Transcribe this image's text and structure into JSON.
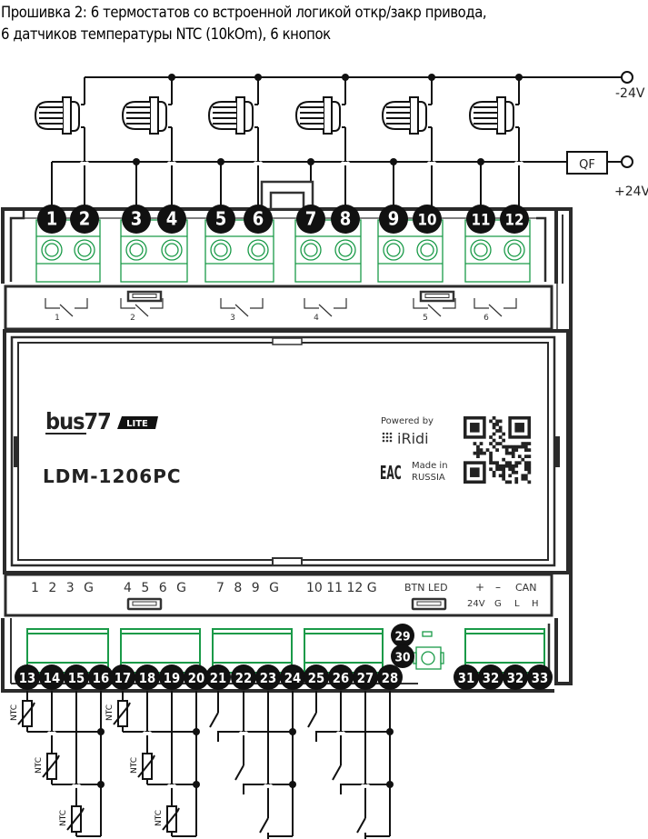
{
  "title": {
    "line1": "Прошивка 2: 6 термостатов со встроенной логикой откр/закр привода,",
    "line2": "6 датчиков температуры NTC (10kOm), 6 кнопок"
  },
  "power": {
    "minus": "-24V",
    "plus": "+24V",
    "breaker": "QF"
  },
  "device": {
    "brand": "bus77",
    "brand_badge": "LITE",
    "model": "LDM-1206PC",
    "powered_by": "Powered by",
    "vendor": "iRidi",
    "cert": "EAC",
    "made_in_line1": "Made in",
    "made_in_line2": "RUSSIA"
  },
  "top_terminals": [
    "1",
    "2",
    "3",
    "4",
    "5",
    "6",
    "7",
    "8",
    "9",
    "10",
    "11",
    "12"
  ],
  "relay_labels": [
    "1",
    "2",
    "3",
    "4",
    "5",
    "6"
  ],
  "bottom_labels": {
    "group1": "1 2 3 G",
    "group2": "4 5 6 G",
    "group3": "7 8 9 G",
    "group4": "10 11 12 G",
    "btn_led": "BTN LED",
    "plus": "+",
    "minus": "–",
    "can": "CAN",
    "v24": "24V",
    "g": "G",
    "l": "L",
    "h": "H"
  },
  "bottom_terminals": [
    "13",
    "14",
    "15",
    "16",
    "17",
    "18",
    "19",
    "20",
    "21",
    "22",
    "23",
    "24",
    "25",
    "26",
    "27",
    "28"
  ],
  "aux_terminals": [
    "29",
    "30"
  ],
  "power_terminals": [
    "31",
    "32",
    "32",
    "33"
  ],
  "sensor_label": "NTC"
}
